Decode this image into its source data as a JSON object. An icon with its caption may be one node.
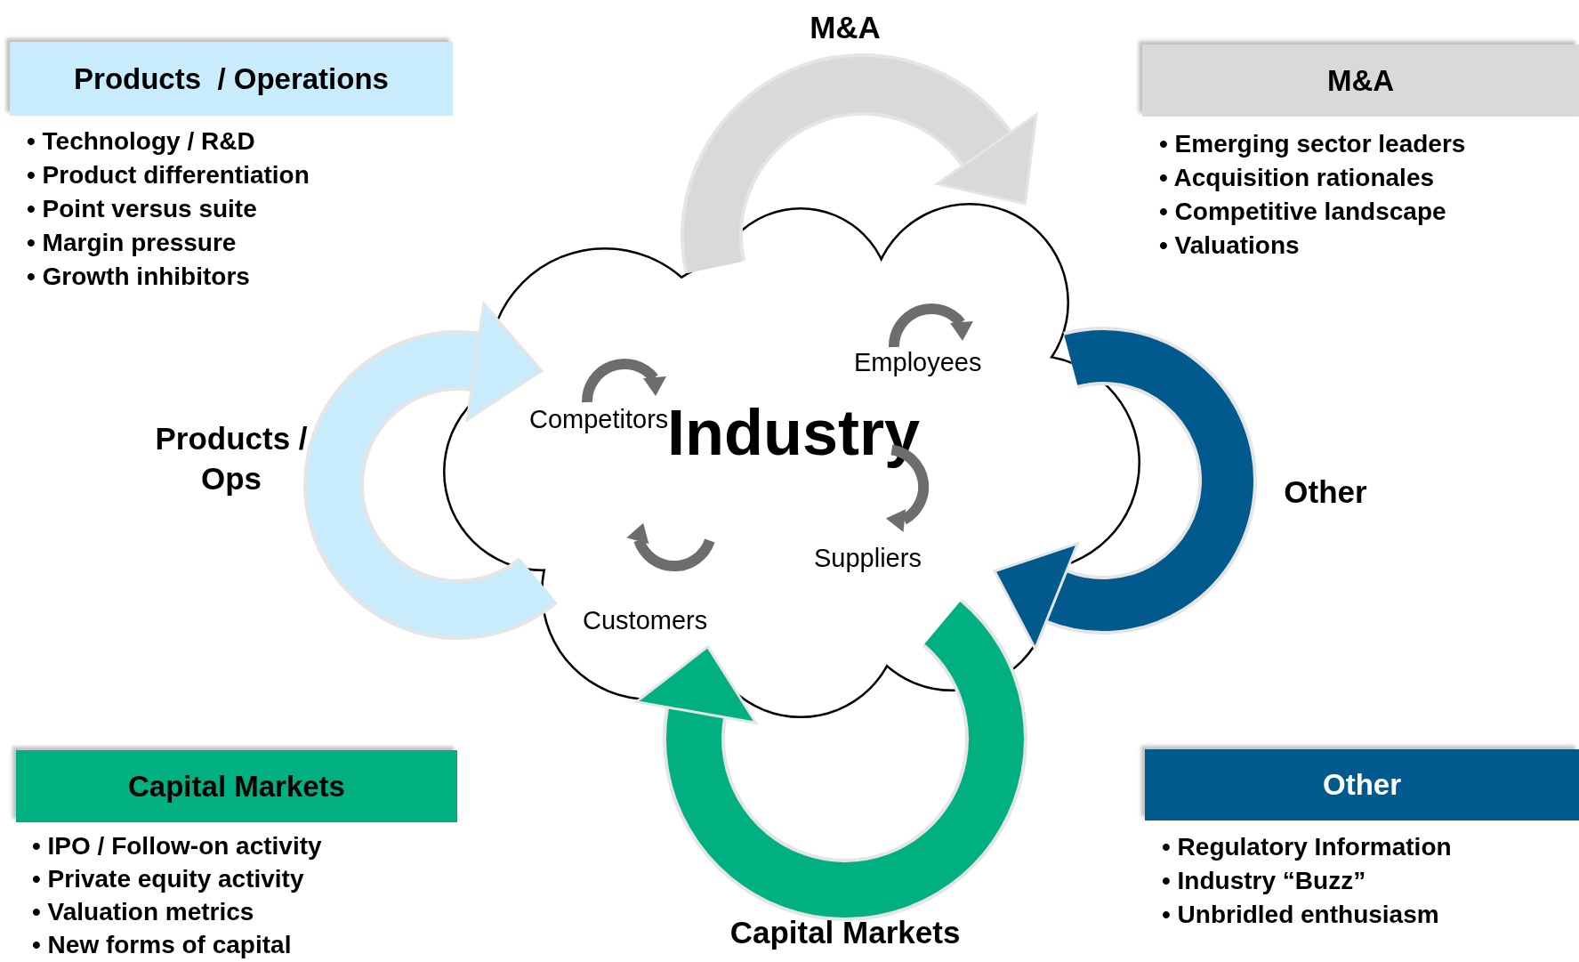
{
  "diagram": {
    "nodes": [
      {
        "text": [
          "Products  / Operations"
        ],
        "beside": [
          "• Technology / R&D",
          "• Product differentiation",
          "• Point versus suite",
          "• Margin pressure",
          "• Growth inhibitors"
        ]
      },
      {
        "text": [
          "M&A"
        ],
        "beside": [
          "• Emerging sector leaders",
          "• Acquisition rationales",
          "• Competitive landscape",
          "• Valuations"
        ]
      },
      {
        "text": [
          "Industry"
        ]
      },
      {
        "text": [
          "Competitors"
        ],
        "in": 2
      },
      {
        "text": [
          "Employees"
        ],
        "in": 2
      },
      {
        "text": [
          "Suppliers"
        ],
        "in": 2
      },
      {
        "text": [
          "Customers"
        ],
        "in": 2
      },
      {
        "text": [
          "Capital Markets"
        ],
        "beside": [
          "• IPO / Follow-on activity",
          "• Private equity activity",
          "• Valuation metrics",
          "• New forms of capital"
        ]
      },
      {
        "text": [
          "Other"
        ],
        "beside": [
          "• Regulatory Information",
          "• Industry “Buzz”",
          "• Unbridled enthusiasm"
        ]
      }
    ],
    "edges": [],
    "labels": [
      "M&A",
      "Products / Ops",
      "Other",
      "Capital Markets"
    ]
  }
}
